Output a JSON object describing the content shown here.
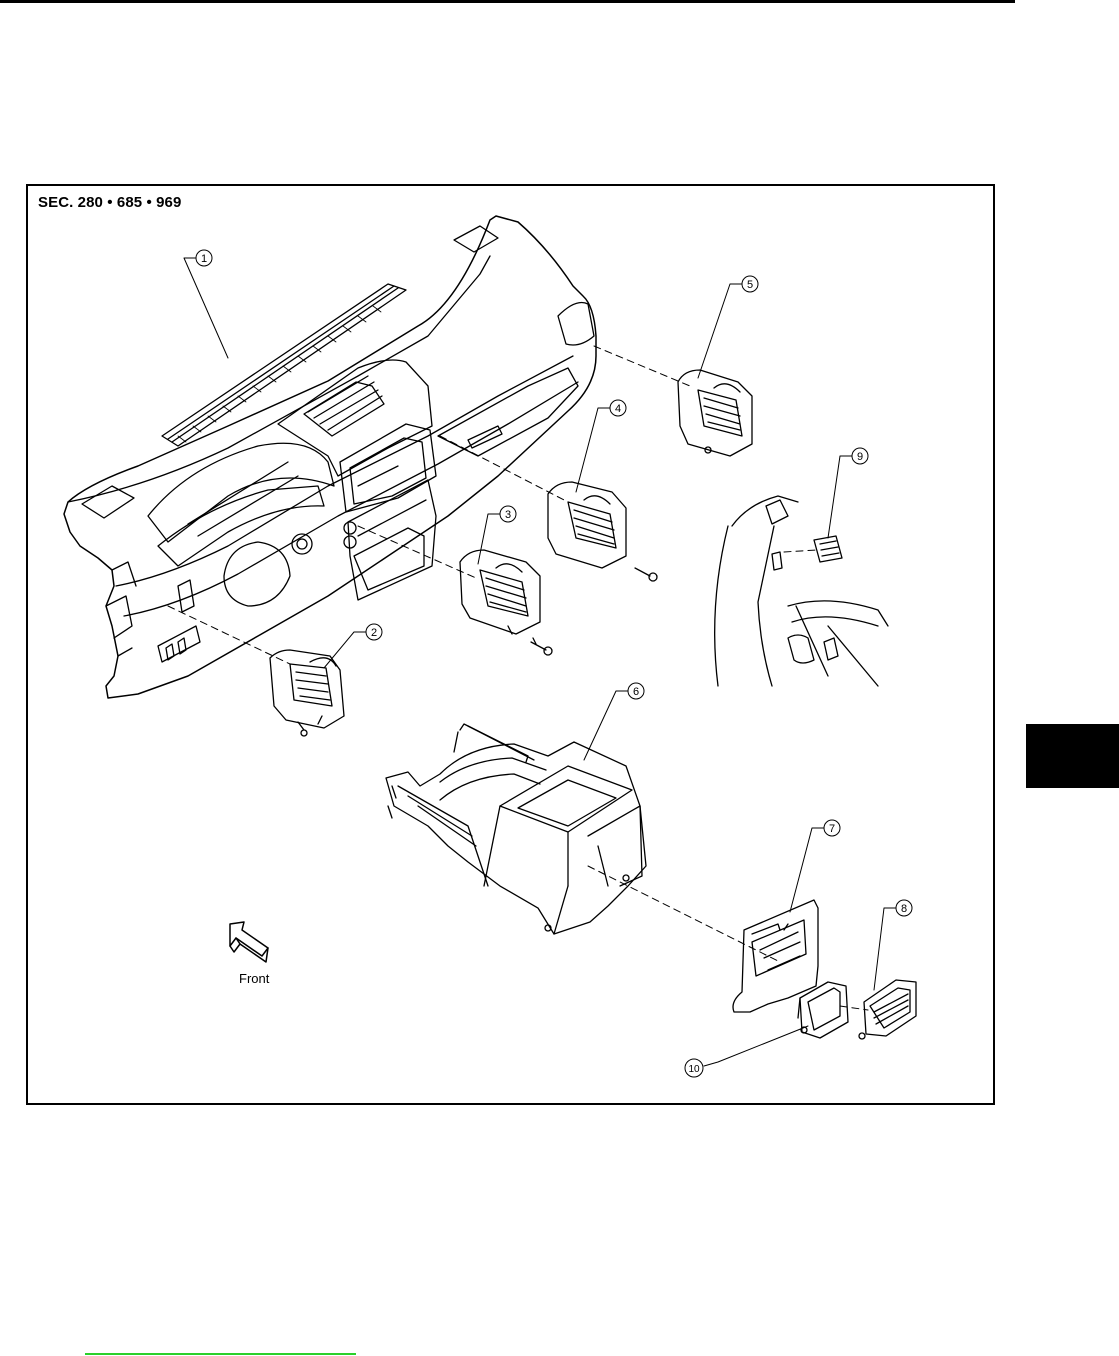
{
  "figure": {
    "section_label": "SEC. 280 • 685 • 969",
    "front_label": "Front",
    "callouts": [
      "1",
      "2",
      "3",
      "4",
      "5",
      "6",
      "7",
      "8",
      "9",
      "10"
    ]
  },
  "colors": {
    "line": "#000000",
    "background": "#ffffff",
    "section_tab": "#000000",
    "link_underline": "#2bd02b"
  },
  "icons": {
    "front_arrow": "front-arrow-icon"
  }
}
